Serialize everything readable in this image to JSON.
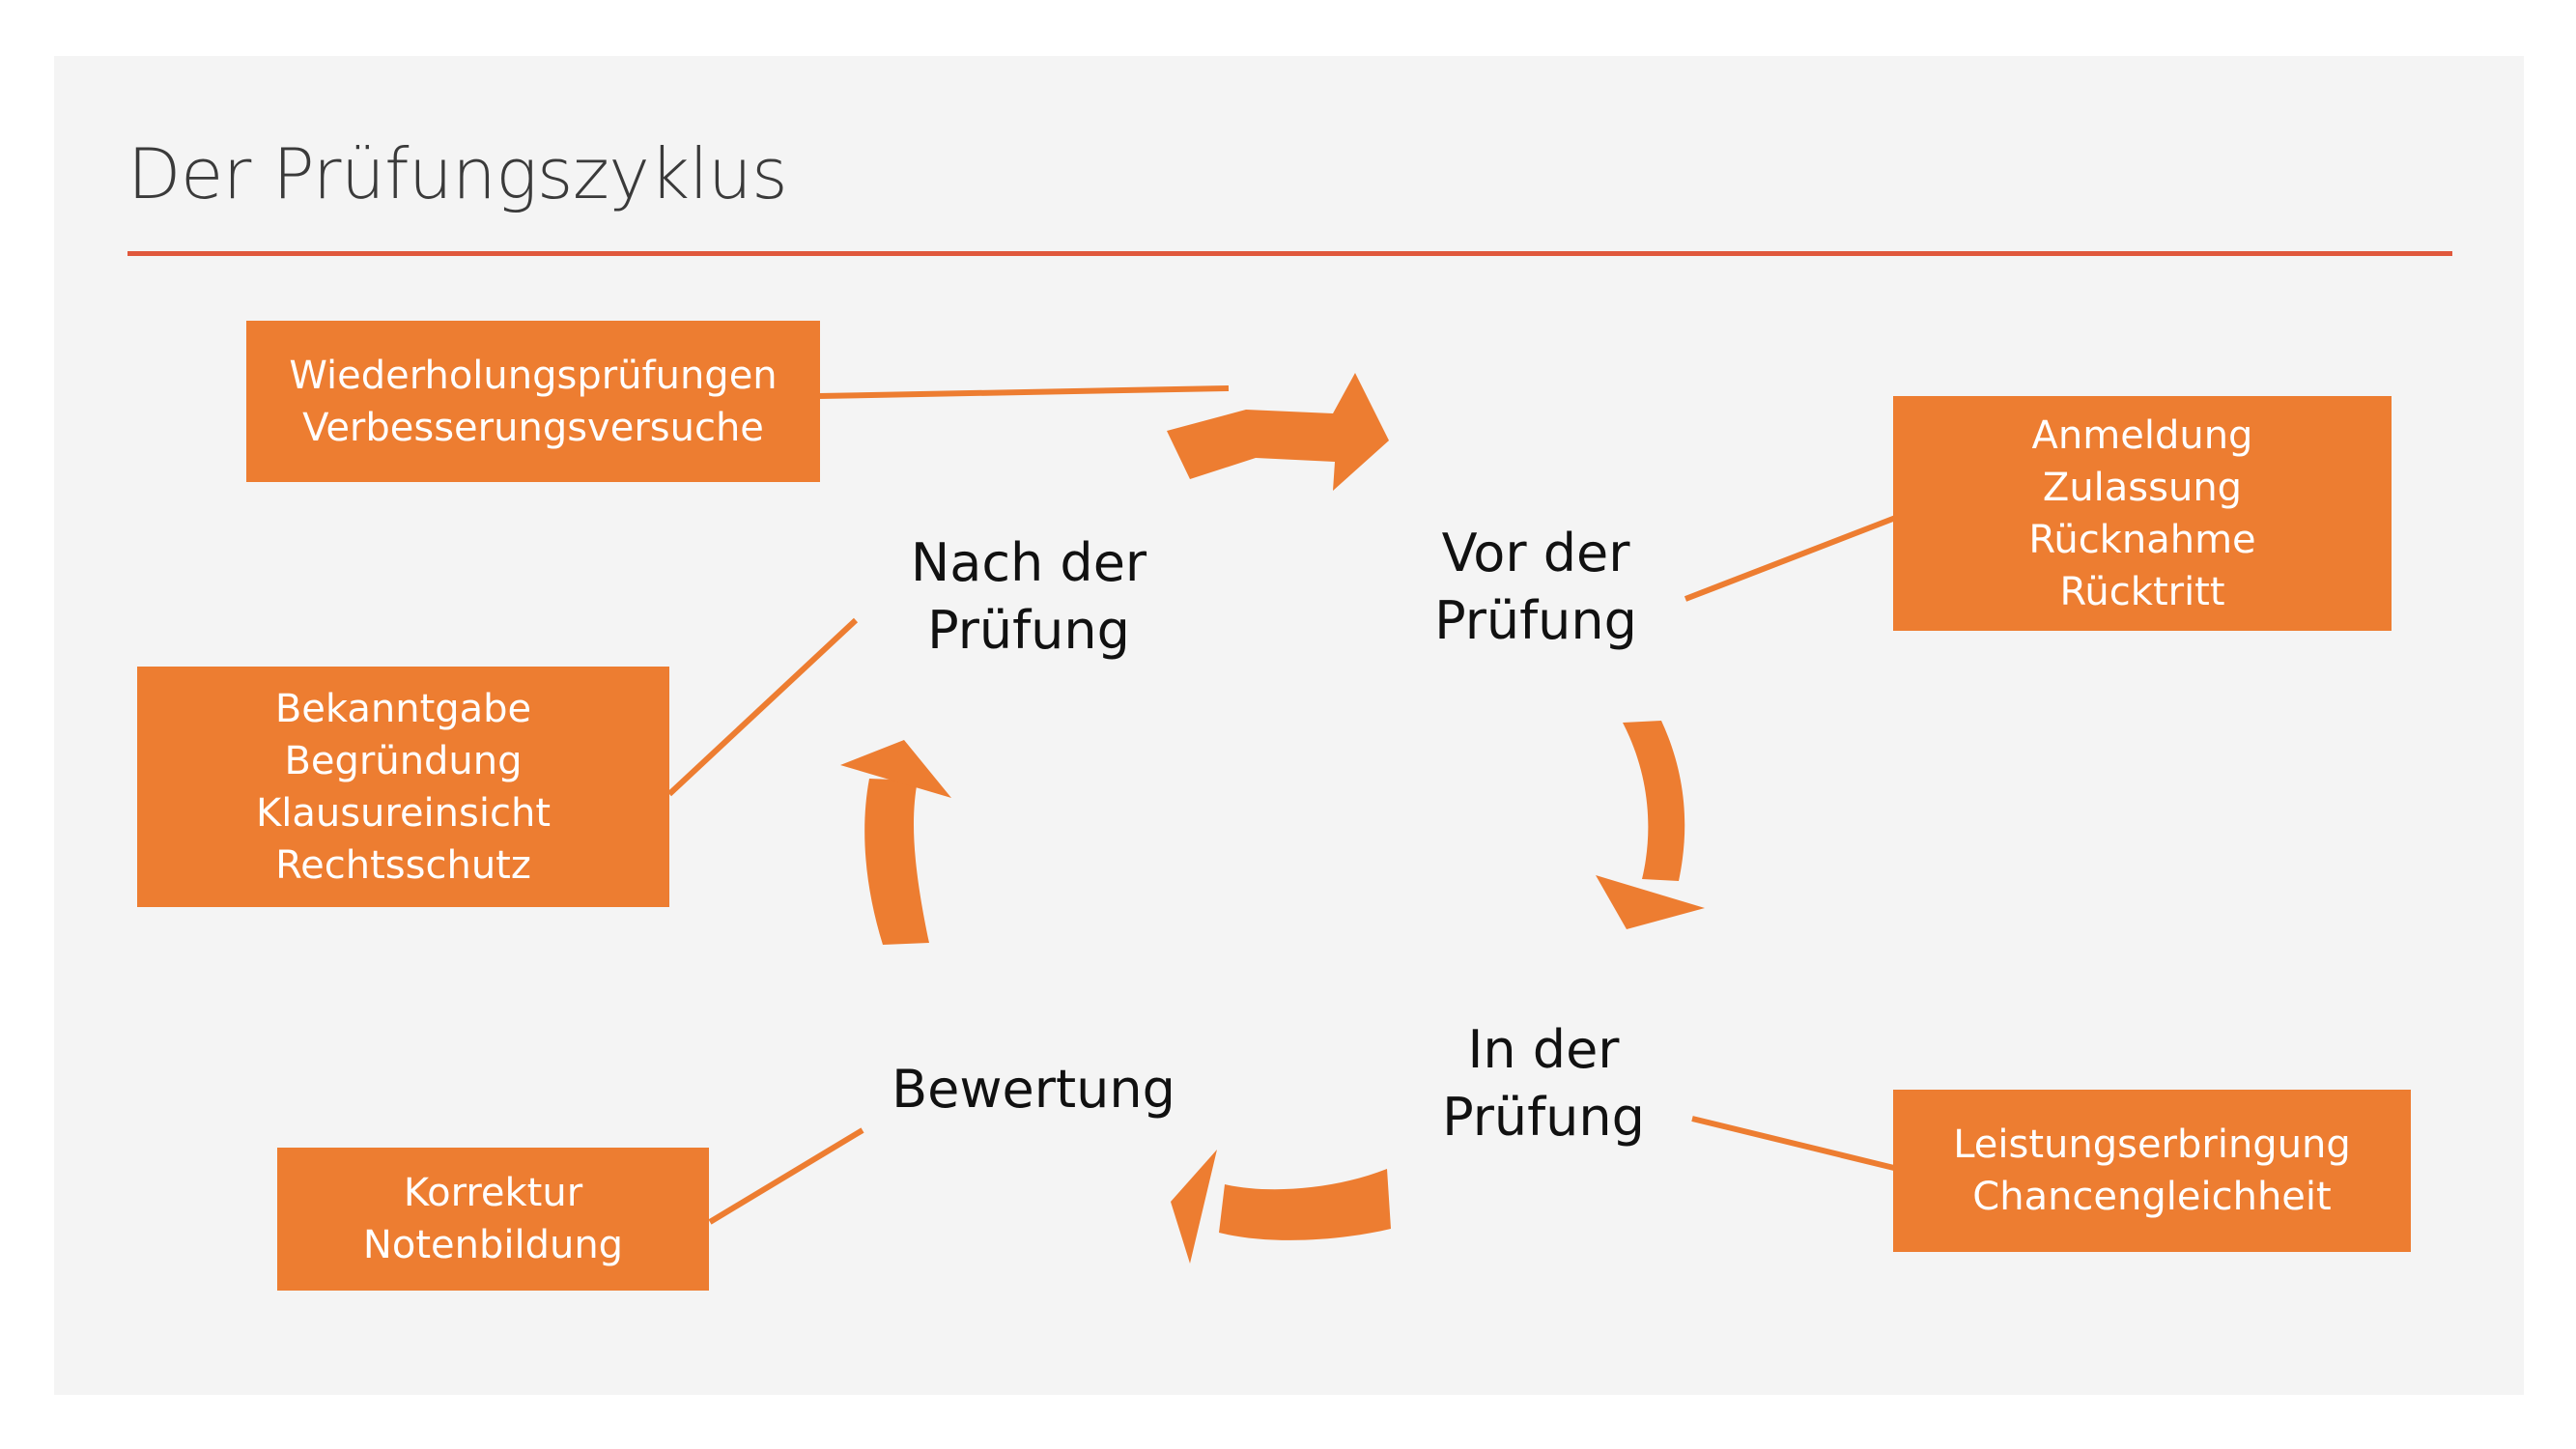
{
  "title": "Der Prüfungszyklus",
  "colors": {
    "accent": "#ed7d31",
    "rule": "#e0583c",
    "background": "#f4f4f4",
    "box_text": "#ffffff",
    "stage_text": "#111111"
  },
  "stages": {
    "before": {
      "line1": "Vor der",
      "line2": "Prüfung"
    },
    "during": {
      "line1": "In der",
      "line2": "Prüfung"
    },
    "grading": {
      "line1": "Bewertung"
    },
    "after": {
      "line1": "Nach der",
      "line2": "Prüfung"
    }
  },
  "boxes": {
    "before": [
      "Anmeldung",
      "Zulassung",
      "Rücknahme",
      "Rücktritt"
    ],
    "during": [
      "Leistungserbringung",
      "Chancengleichheit"
    ],
    "grading": [
      "Korrektur",
      "Notenbildung"
    ],
    "after": [
      "Bekanntgabe",
      "Begründung",
      "Klausureinsicht",
      "Rechtsschutz"
    ],
    "repeat": [
      "Wiederholungsprüfungen",
      "Verbesserungsversuche"
    ]
  }
}
